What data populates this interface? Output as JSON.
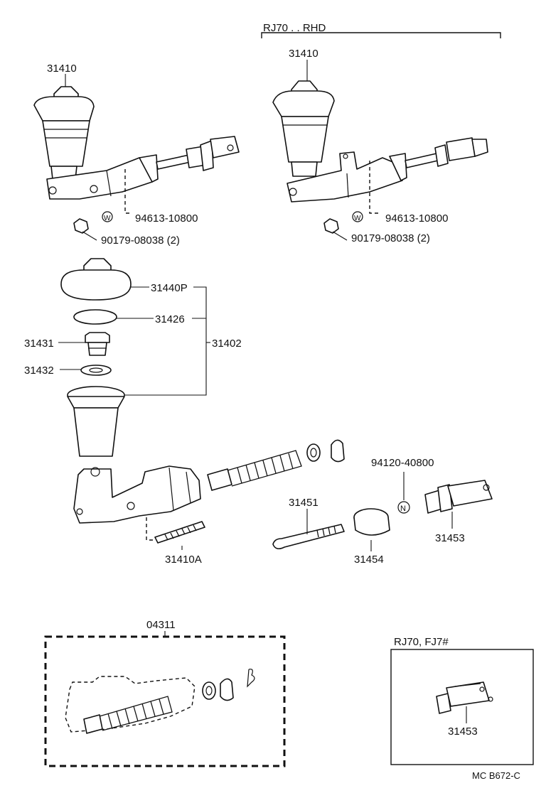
{
  "variant_headers": {
    "rhd": "RJ70 . . RHD",
    "inset": "RJ70, FJ7#"
  },
  "part_labels": {
    "master_cylinder_lhd": "31410",
    "master_cylinder_rhd": "31410",
    "washer_lhd": "94613-10800",
    "washer_rhd": "94613-10800",
    "nut_lhd": "90179-08038 (2)",
    "nut_rhd": "90179-08038 (2)",
    "reservoir_cap": "31440P",
    "diaphragm": "31426",
    "reservoir_set": "31402",
    "reservoir_union": "31431",
    "reservoir_grommet": "31432",
    "cylinder_body": "31410A",
    "nut_small": "94120-40800",
    "push_rod": "31451",
    "clevis": "31453",
    "boot": "31454",
    "kit": "04311",
    "clevis_inset": "31453"
  },
  "symbols": {
    "washer_mark": "W",
    "nut_mark": "N"
  },
  "footer": {
    "code": "MC  B672-C"
  }
}
